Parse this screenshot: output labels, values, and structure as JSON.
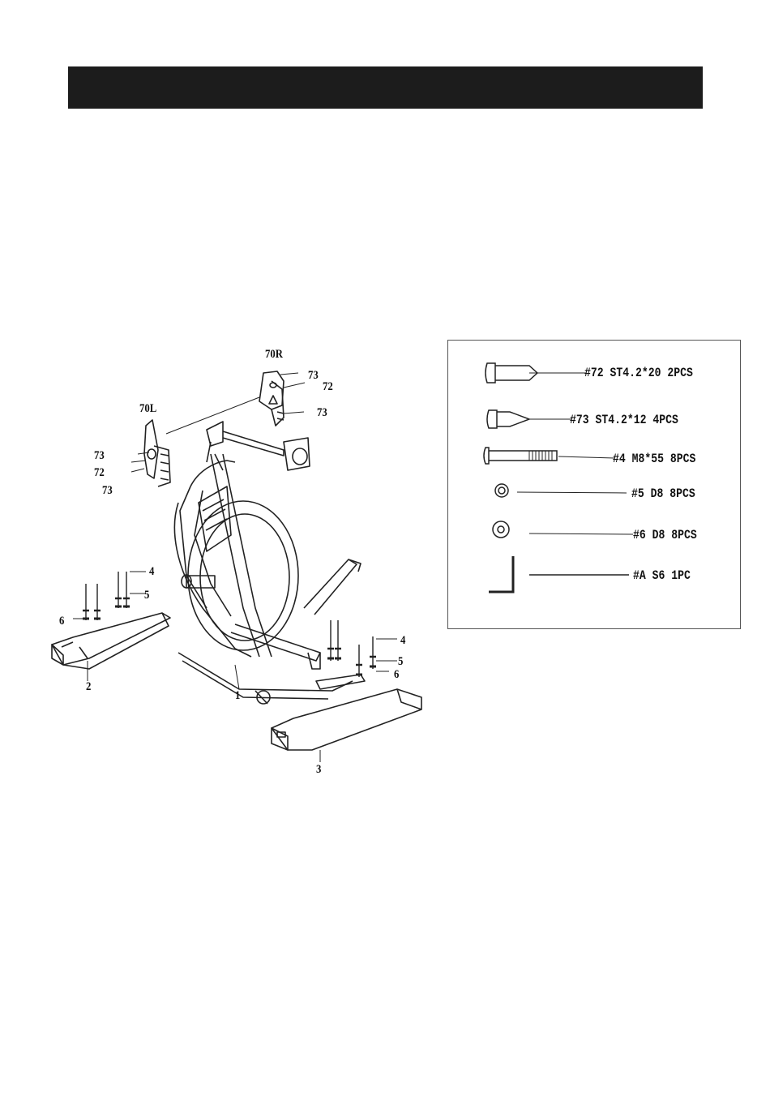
{
  "header": {
    "title": ""
  },
  "diagram": {
    "callouts": {
      "c70r": "70R",
      "c73a": "73",
      "c72a": "72",
      "c73b": "73",
      "c70l": "70L",
      "c73c": "73",
      "c72b": "72",
      "c73d": "73",
      "c4a": "4",
      "c5a": "5",
      "c6a": "6",
      "c2": "2",
      "c1": "1",
      "c4b": "4",
      "c5b": "5",
      "c6b": "6",
      "c3": "3"
    }
  },
  "hardware": {
    "items": [
      {
        "label": "#72   ST4.2*20  2PCS"
      },
      {
        "label": "#73   ST4.2*12  4PCS"
      },
      {
        "label": "#4 M8*55 8PCS"
      },
      {
        "label": "#5 D8  8PCS"
      },
      {
        "label": "#6 D8 8PCS"
      },
      {
        "label": "#A S6 1PC"
      }
    ]
  }
}
